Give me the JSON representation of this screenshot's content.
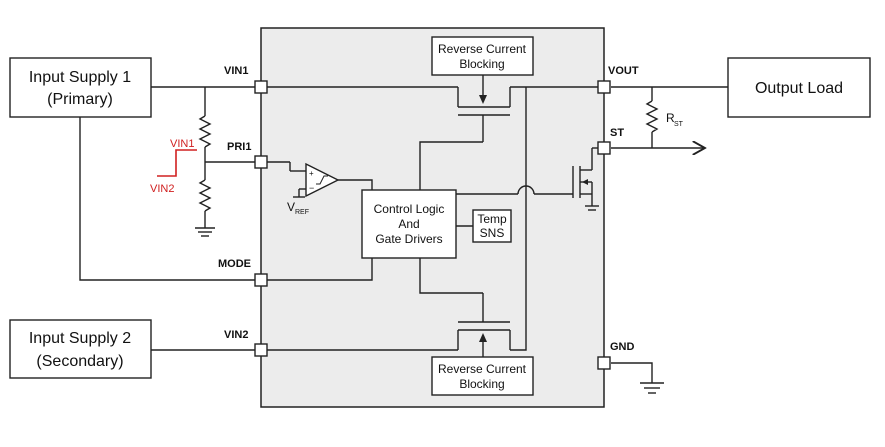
{
  "blocks": {
    "input_supply_1": [
      "Input Supply 1",
      "(Primary)"
    ],
    "input_supply_2": [
      "Input Supply 2",
      "(Secondary)"
    ],
    "output_load": "Output Load",
    "reverse_current_top": [
      "Reverse Current",
      "Blocking"
    ],
    "reverse_current_bottom": [
      "Reverse Current",
      "Blocking"
    ],
    "control_logic": [
      "Control Logic",
      "And",
      "Gate Drivers"
    ],
    "temp_sns": [
      "Temp",
      "SNS"
    ]
  },
  "pins": {
    "vin1": "VIN1",
    "pri1": "PRI1",
    "mode": "MODE",
    "vin2": "VIN2",
    "vout": "VOUT",
    "st": "ST",
    "gnd": "GND"
  },
  "labels": {
    "vref_main": "V",
    "vref_sub": "REF",
    "rst_main": "R",
    "rst_sub": "ST",
    "vin1_red": "VIN1",
    "vin2_red": "VIN2"
  },
  "colors": {
    "ic_fill": "#ececec",
    "annotation": "#d02020"
  }
}
